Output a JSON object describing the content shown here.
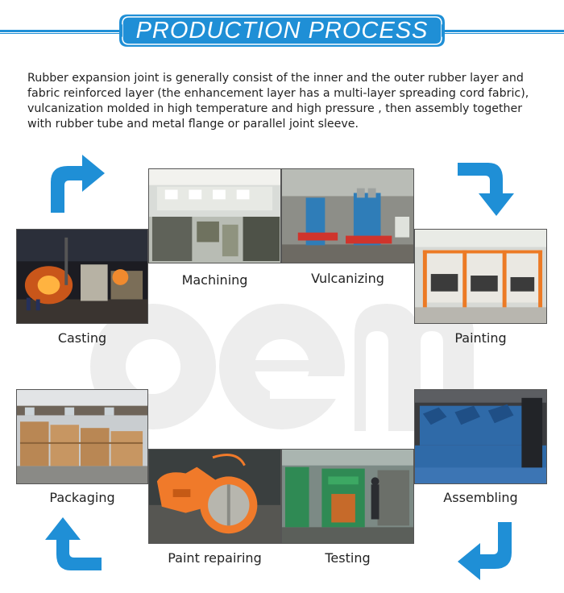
{
  "header": {
    "title": "PRODUCTION PROCESS"
  },
  "intro": {
    "text": "Rubber expansion joint is generally consist of the inner and the outer rubber layer and fabric reinforced layer (the enhancement layer has a multi-layer spreading cord fabric), vulcanization molded in high temperature and high pressure , then assembly together with rubber tube and metal flange or parallel joint sleeve."
  },
  "watermark": {
    "icon": "oem-watermark"
  },
  "steps": [
    {
      "label": "Casting",
      "icon": "casting-photo"
    },
    {
      "label": "Machining",
      "icon": "machining-photo"
    },
    {
      "label": "Vulcanizing",
      "icon": "vulcanizing-photo"
    },
    {
      "label": "Painting",
      "icon": "painting-photo"
    },
    {
      "label": "Assembling",
      "icon": "assembling-photo"
    },
    {
      "label": "Testing",
      "icon": "testing-photo"
    },
    {
      "label": "Paint repairing",
      "icon": "paint-repairing-photo"
    },
    {
      "label": "Packaging",
      "icon": "packaging-photo"
    }
  ],
  "colors": {
    "accent": "#1f8fd6",
    "text": "#222222",
    "watermark": "#eeeeee"
  }
}
